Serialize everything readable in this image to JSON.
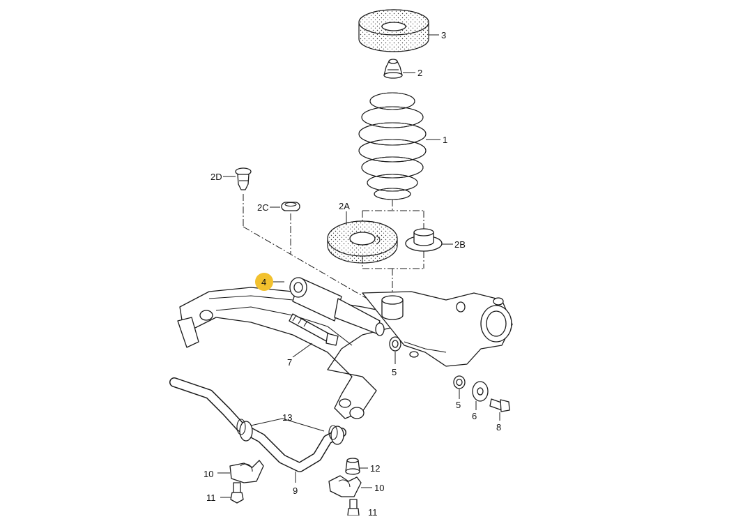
{
  "callouts": {
    "c1": "1",
    "c2": "2",
    "c2a": "2A",
    "c2b": "2B",
    "c2c": "2C",
    "c2d": "2D",
    "c3": "3",
    "c4": "4",
    "c5a": "5",
    "c5b": "5",
    "c6": "6",
    "c7": "7",
    "c8": "8",
    "c9": "9",
    "c10a": "10",
    "c10b": "10",
    "c11a": "11",
    "c11b": "11",
    "c12": "12",
    "c13": "13"
  },
  "highlight": {
    "color": "#f2c12e",
    "target": "4"
  }
}
